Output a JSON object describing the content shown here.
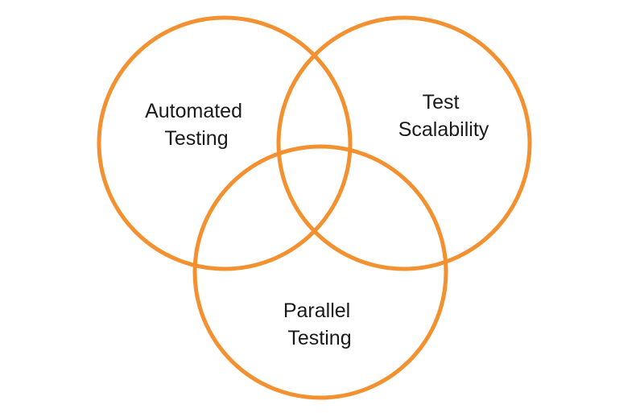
{
  "diagram": {
    "type": "venn",
    "ring_color": "#F39130",
    "background_color": "#FFFFFF",
    "text_color": "#1A1A1A",
    "sets": [
      {
        "line1": "Automated",
        "line2": "Testing"
      },
      {
        "line1": "Test",
        "line2": "Scalability"
      },
      {
        "line1": "Parallel",
        "line2": "Testing"
      }
    ]
  }
}
